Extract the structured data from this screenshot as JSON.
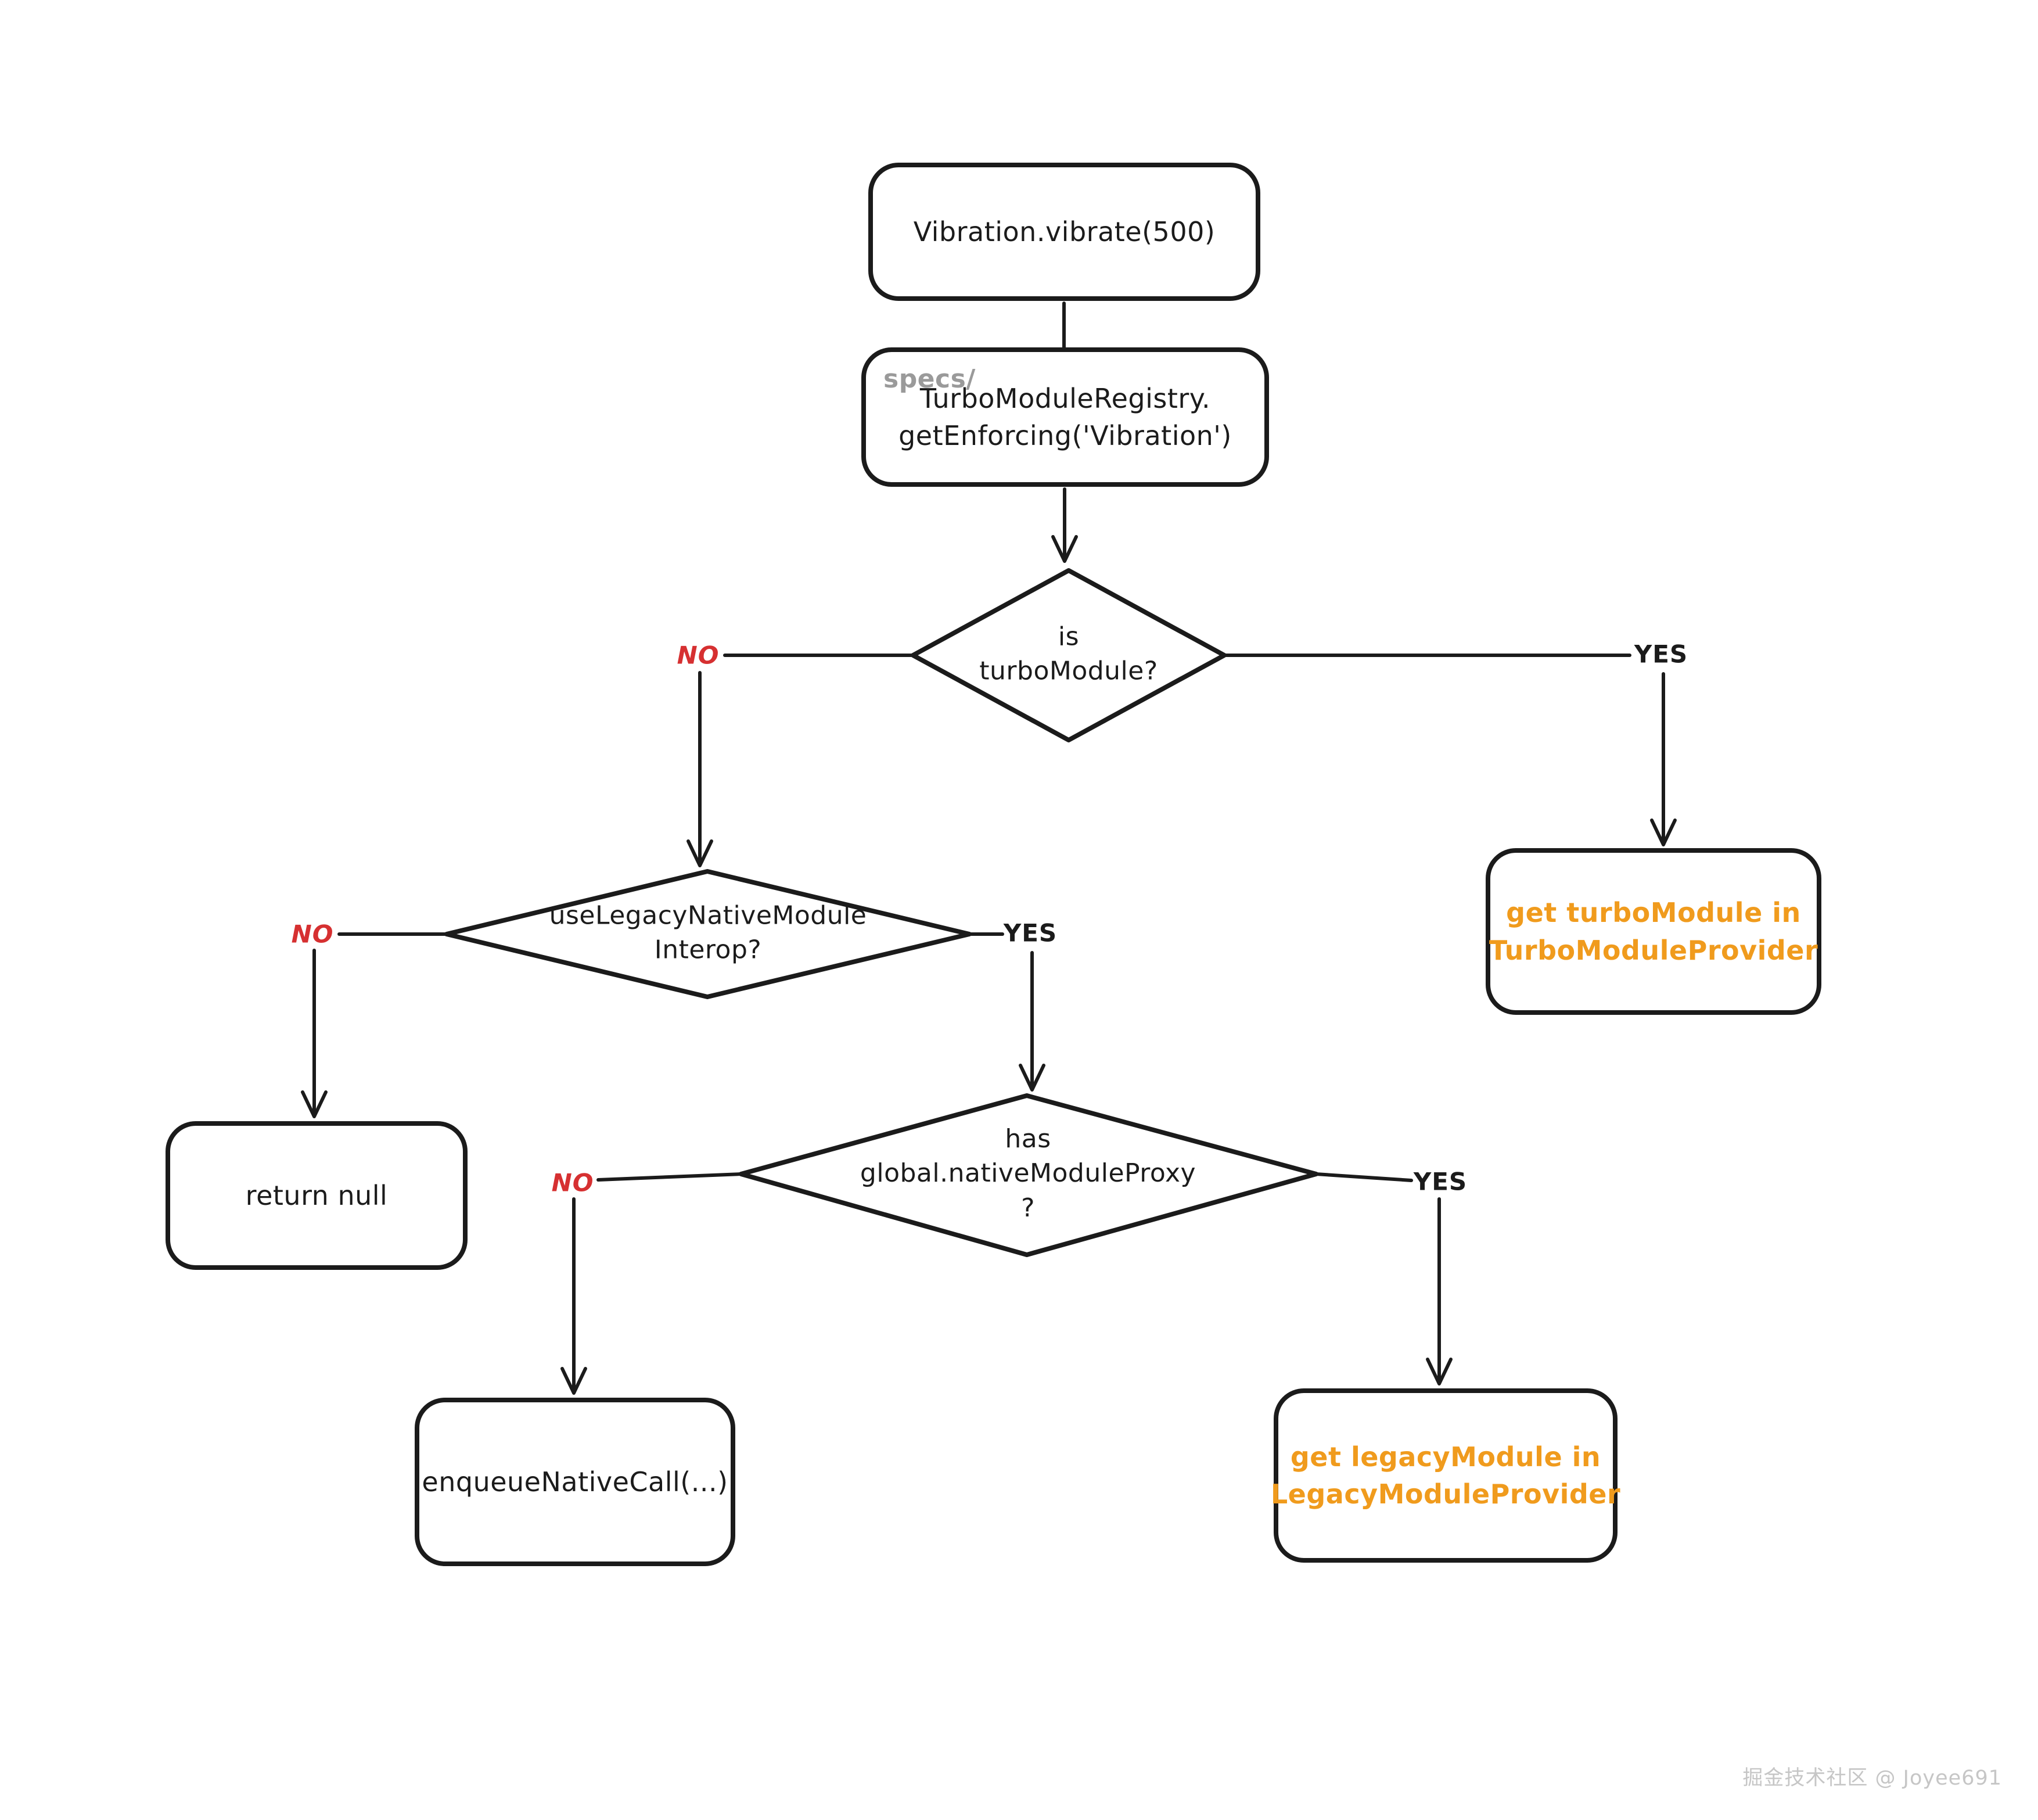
{
  "page": {
    "background": "#ffffff",
    "watermark": "掘金技术社区 @ Joyee691"
  },
  "colors": {
    "stroke": "#1b1b1b",
    "no_label": "#d63031",
    "yes_label": "#1b1b1b",
    "result_text": "#f09b1d",
    "specs_prefix": "#9a9a9a"
  },
  "nodes": {
    "vibrate": {
      "label": "Vibration.vibrate(500)"
    },
    "registry": {
      "prefix": "specs/",
      "line1": "TurboModuleRegistry.",
      "line2": "getEnforcing('Vibration')"
    },
    "is_turbomodule": {
      "line1": "is",
      "line2": "turboModule?"
    },
    "turbomodule_provider": {
      "line1": "get turboModule in",
      "line2": "TurboModuleProvider"
    },
    "use_legacy_interop": {
      "line1": "useLegacyNativeModule",
      "line2": "Interop?"
    },
    "return_null": {
      "label": "return null"
    },
    "has_native_module_proxy": {
      "line1": "has",
      "line2": "global.nativeModuleProxy",
      "line3": "?"
    },
    "enqueue_native_call": {
      "label": "enqueueNativeCall(...)"
    },
    "legacy_module_provider": {
      "line1": "get legacyModule in",
      "line2": "LegacyModuleProvider"
    }
  },
  "edges": {
    "is_turbomodule_no": "NO",
    "is_turbomodule_yes": "YES",
    "use_legacy_interop_no": "NO",
    "use_legacy_interop_yes": "YES",
    "has_native_module_proxy_no": "NO",
    "has_native_module_proxy_yes": "YES"
  }
}
